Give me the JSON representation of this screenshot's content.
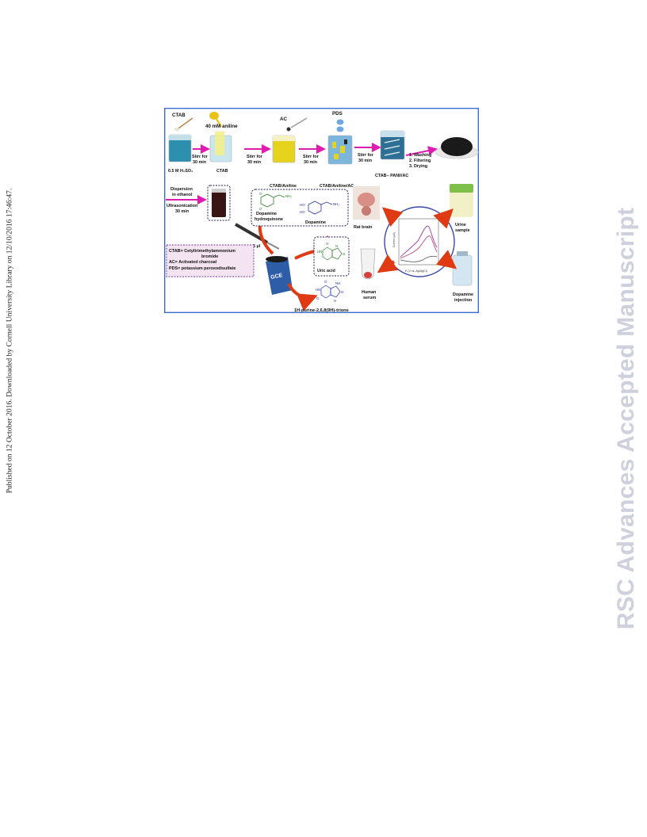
{
  "side_note": "Published on 12 October 2016. Downloaded by Cornell University Library on 12/10/2016 17:46:47.",
  "watermark": "RSC Advances Accepted Manuscript",
  "figure": {
    "top_row": {
      "ctab_top": "CTAB",
      "aniline": "40 mM aniline",
      "ac_top": "AC",
      "pds_top": "PDS",
      "h2so4": "0.5 M H₂SO₄",
      "ctab_beaker": "CTAB",
      "ctab_aniline": "CTAB/Aniline",
      "ctab_aniline_ac": "CTAB/Aniline/AC",
      "ctab_pani_ac": "CTAB– PANI//AC",
      "stir1_a": "Stirr for",
      "stir1_b": "30 min",
      "stir2_a": "Stirr for",
      "stir2_b": "30 min",
      "stir3_a": "Stirr for",
      "stir3_b": "30 min",
      "stir4_a": "Stirr for",
      "stir4_b": "30 min",
      "step1": "1. Washing",
      "step2": "2. Filtering",
      "step3": "3. Drying"
    },
    "dispersion_a": "Dispersion",
    "dispersion_b": "in ethanol",
    "ultra_a": "Ultrasonication",
    "ultra_b": "30 min",
    "volume": "5 µl",
    "legend": {
      "l1": "CTAB= Cetyltrimethylammonium",
      "l2": "bromide",
      "l3": "AC= Activated charcoal",
      "l4": "PDS= potassium peroxodisulfate"
    },
    "gce": "GCE",
    "dopamine_hq_a": "Dopamine",
    "dopamine_hq_b": "hydroquinone",
    "dopamine": "Dopamine",
    "uric_acid": "Uric acid",
    "purine": "1H-purine-2,6,8(9H)-trione",
    "rat_brain": "Rat brain",
    "urine_a": "Urine",
    "urine_b": "sample",
    "human_a": "Human",
    "human_b": "serum",
    "injection_a": "Dopamine",
    "injection_b": "injection",
    "chem": {
      "o": "O",
      "nh2": "NH₂",
      "ho": "HO",
      "hn": "HN",
      "nh": "NH",
      "h": "H",
      "n": "N"
    },
    "cv_xlabel": "E (V vs. Ag/AgCl)",
    "cv_ylabel": "Current (µA)"
  },
  "colors": {
    "frame": "#3a6fd0",
    "arrow_magenta": "#e01cb0",
    "arrow_red": "#e03a14",
    "legend_border": "#7a3ab0"
  }
}
